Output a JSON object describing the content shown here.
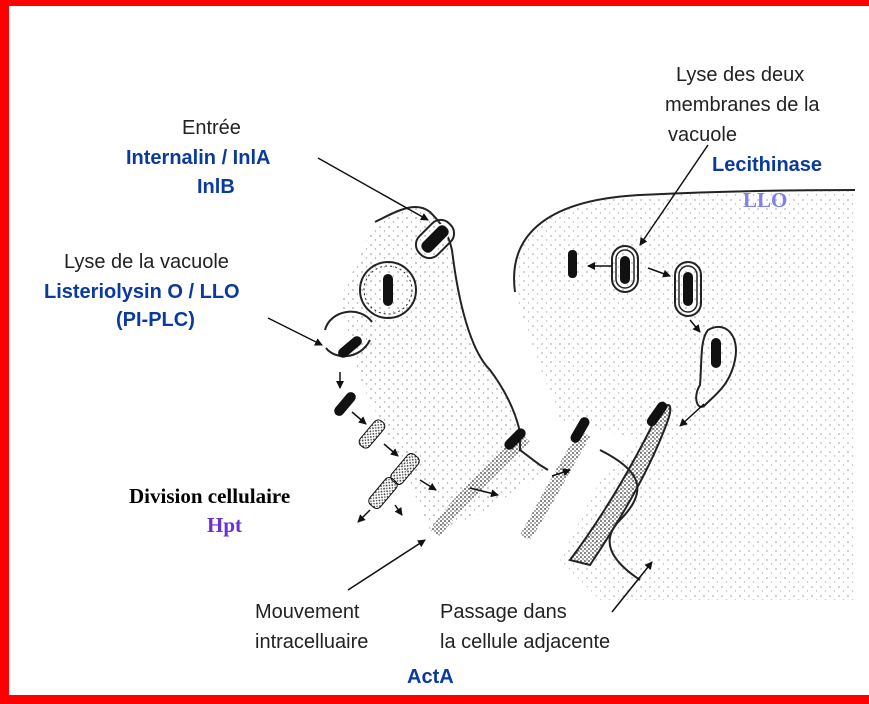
{
  "colors": {
    "frame": "#ff0000",
    "label_blue": "#0b3a9e",
    "hpt": "#6a2fd6",
    "llo": "#7f7ff0"
  },
  "labels": {
    "entree": "Entrée",
    "internalin": "Internalin / InlA",
    "inlb": "InlB",
    "lyse_vacuole": "Lyse de la vacuole",
    "listeriolysin": "Listeriolysin O / LLO",
    "piplc": "(PI-PLC)",
    "division": "Division cellulaire",
    "hpt": "Hpt",
    "lyse_deux_1": "Lyse des deux",
    "lyse_deux_2": "membranes de la",
    "lyse_deux_3": "vacuole",
    "lecithinase": "Lecithinase",
    "llo": "LLO",
    "mouvement_1": "Mouvement",
    "mouvement_2": "intracelluaire",
    "passage_1": "Passage dans",
    "passage_2": "la cellule adjacente",
    "acta": "ActA"
  }
}
